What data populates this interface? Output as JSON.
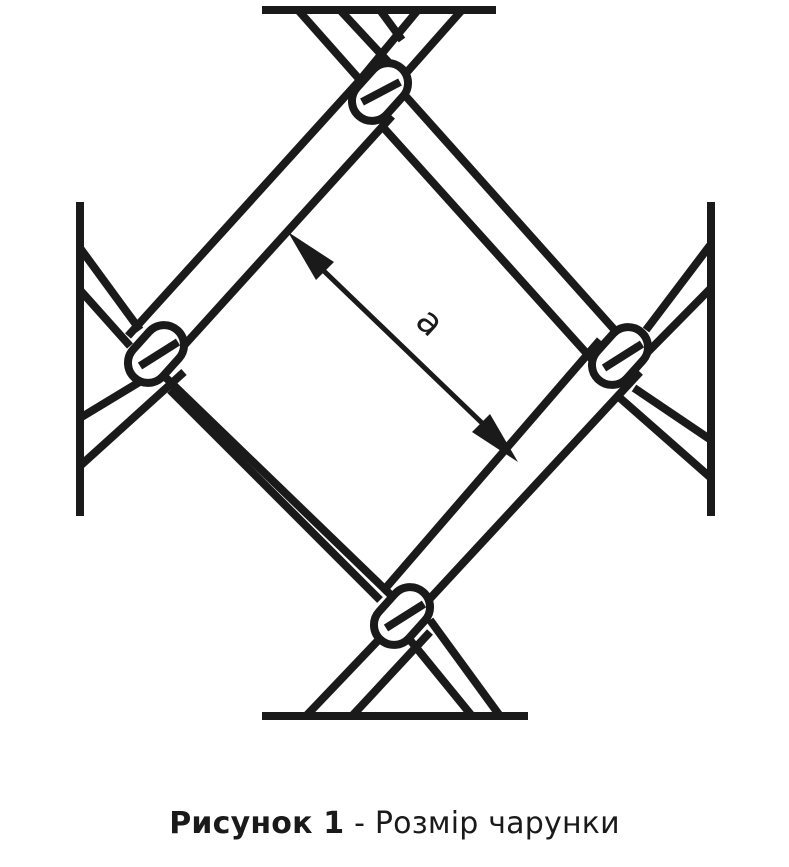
{
  "figure": {
    "dimension_label": "a"
  },
  "caption": {
    "figure_number": "Рисунок 1",
    "separator": " - ",
    "text": "Розмір чарунки"
  }
}
